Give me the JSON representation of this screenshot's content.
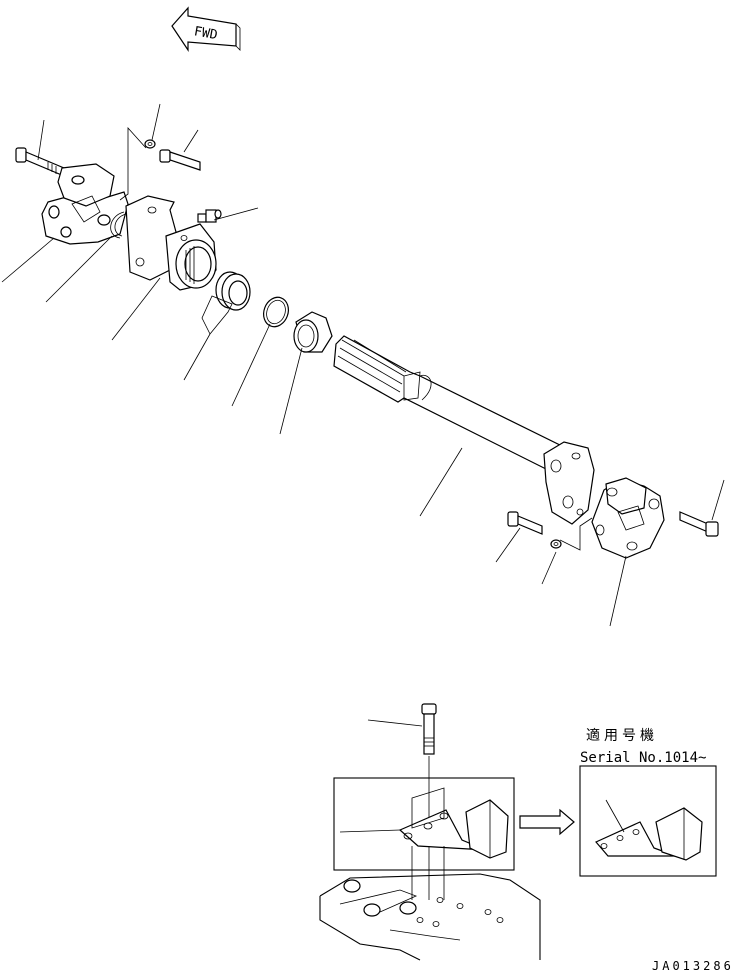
{
  "diagram": {
    "fwd_label": "FWD",
    "applicable_label": "適用号機",
    "serial_label": "Serial No.1014~",
    "drawing_code": "JA013286"
  }
}
